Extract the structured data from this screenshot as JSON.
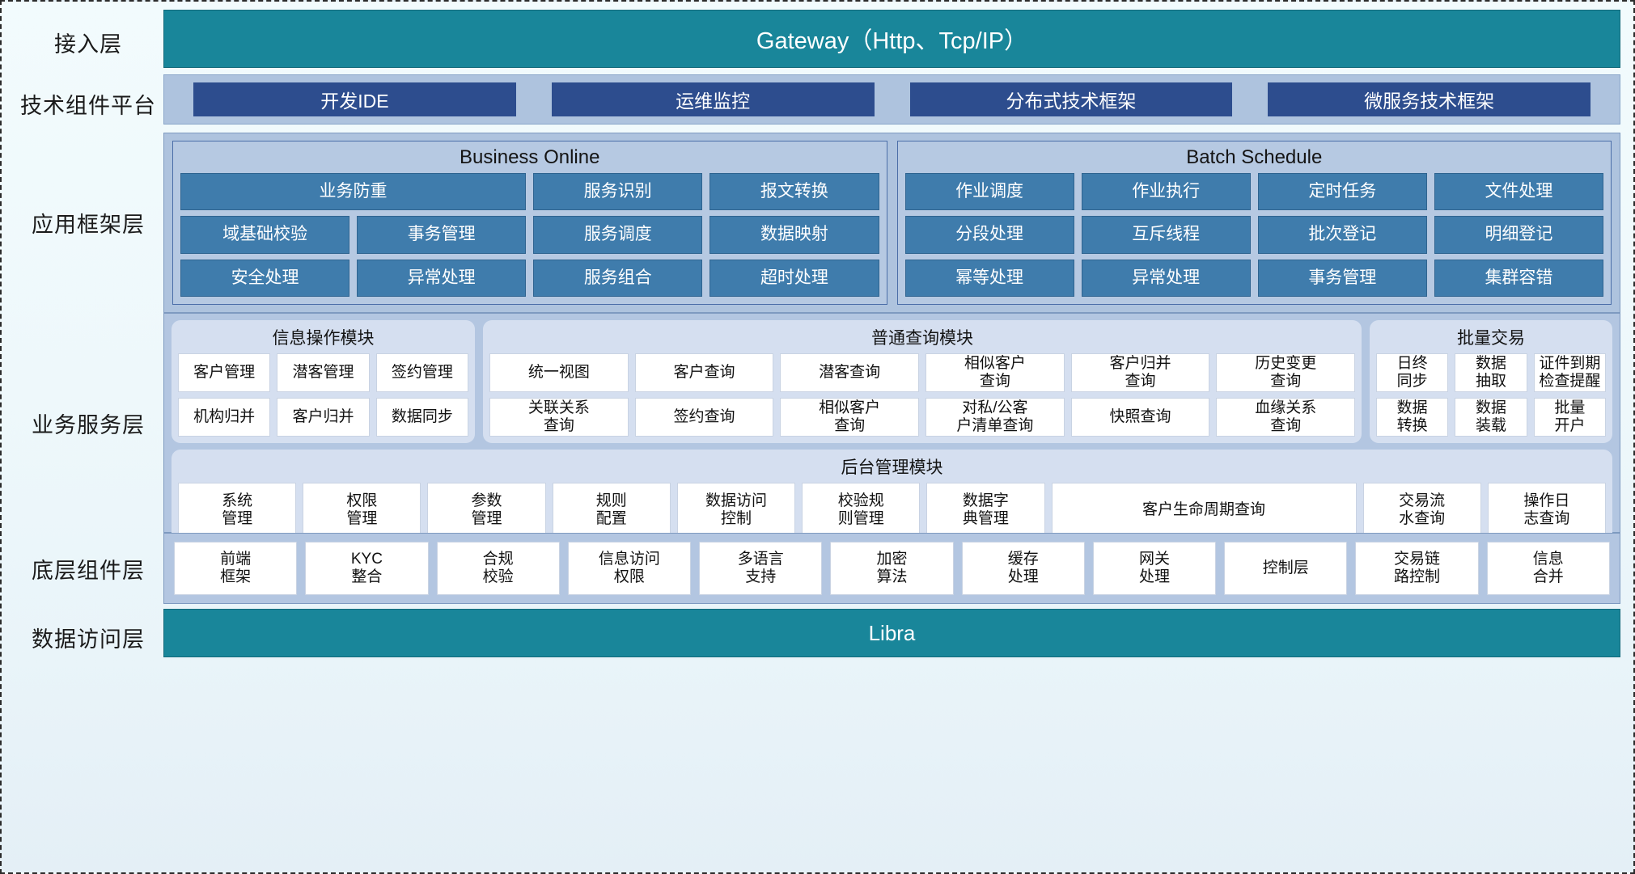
{
  "layers": {
    "access": {
      "label": "接入层",
      "bar": "Gateway（Http、Tcp/IP）"
    },
    "tech": {
      "label": "技术组件平台",
      "items": [
        "开发IDE",
        "运维监控",
        "分布式技术框架",
        "微服务技术框架"
      ]
    },
    "appframework": {
      "label": "应用框架层",
      "groups": [
        {
          "title": "Business Online",
          "rows": [
            [
              "业务防重",
              "服务识别",
              "报文转换"
            ],
            [
              "域基础校验",
              "事务管理",
              "服务调度",
              "数据映射"
            ],
            [
              "安全处理",
              "异常处理",
              "服务组合",
              "超时处理"
            ]
          ]
        },
        {
          "title": "Batch Schedule",
          "rows": [
            [
              "作业调度",
              "作业执行",
              "定时任务",
              "文件处理"
            ],
            [
              "分段处理",
              "互斥线程",
              "批次登记",
              "明细登记"
            ],
            [
              "幂等处理",
              "异常处理",
              "事务管理",
              "集群容错"
            ]
          ]
        }
      ]
    },
    "bizservice": {
      "label": "业务服务层",
      "modules": [
        {
          "title": "信息操作模块",
          "rows": [
            [
              "客户管理",
              "潜客管理",
              "签约管理"
            ],
            [
              "机构归并",
              "客户归并",
              "数据同步"
            ]
          ]
        },
        {
          "title": "普通查询模块",
          "rows": [
            [
              "统一视图",
              "客户查询",
              "潜客查询",
              "相似客户\n查询",
              "客户归并\n查询",
              "历史变更\n查询"
            ],
            [
              "关联关系\n查询",
              "签约查询",
              "相似客户\n查询",
              "对私/公客\n户清单查询",
              "快照查询",
              "血缘关系\n查询"
            ]
          ]
        },
        {
          "title": "批量交易",
          "rows": [
            [
              "日终\n同步",
              "数据\n抽取",
              "证件到期\n检查提醒"
            ],
            [
              "数据\n转换",
              "数据\n装载",
              "批量\n开户"
            ]
          ]
        }
      ],
      "admin": {
        "title": "后台管理模块",
        "items": [
          "系统\n管理",
          "权限\n管理",
          "参数\n管理",
          "规则\n配置",
          "数据访问\n控制",
          "校验规\n则管理",
          "数据字\n典管理",
          "客户生命周期查询",
          "交易流\n水查询",
          "操作日\n志查询"
        ]
      }
    },
    "components": {
      "label": "底层组件层",
      "items": [
        "前端\n框架",
        "KYC\n整合",
        "合规\n校验",
        "信息访问\n权限",
        "多语言\n支持",
        "加密\n算法",
        "缓存\n处理",
        "网关\n处理",
        "控制层",
        "交易链\n路控制",
        "信息\n合并"
      ]
    },
    "dataaccess": {
      "label": "数据访问层",
      "bar": "Libra"
    }
  },
  "colors": {
    "teal": "#19869a",
    "deep_blue": "#2d4d8e",
    "mid_blue": "#3f7cac",
    "panel_blue": "#aec3de",
    "card_blue": "#d5dff0"
  }
}
